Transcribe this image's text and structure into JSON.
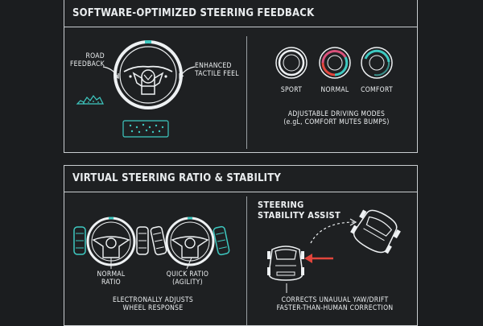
{
  "section1": {
    "title": "SOFTWARE-OPTIMIZED STEERING FEEDBACK",
    "road_feedback": [
      "ROAD",
      "FEEDBACK"
    ],
    "enhanced_feel": [
      "ENHANCED",
      "TACTILE FEEL"
    ],
    "modes": [
      "SPORT",
      "NORMAL",
      "COMFORT"
    ],
    "caption": [
      "ADJUSTABLE DRIVING MODES",
      "(e.gL, COMFORT MUTES BUMPS)"
    ]
  },
  "section2": {
    "title": "VIRTUAL STEERING RATIO & STABILITY",
    "normal_ratio": [
      "NORMAL",
      "RATIO"
    ],
    "quick_ratio": [
      "QUICK RATIO",
      "(AGILITY)"
    ],
    "adjusts": [
      "ELECTRONALLY ADJUSTS",
      "WHEEL RESPONSE"
    ],
    "stability_title": [
      "STEERING",
      "STABILITY ASSIST"
    ],
    "corrects": [
      "CORRECTS UNAUUAL YAW/DRIFT",
      "FASTER-THAN-HUMAN CORRECTION"
    ]
  },
  "colors": {
    "background": "#1b1d1f",
    "line": "#c9cdd0",
    "teal": "#3ec9c1",
    "red": "#e2453c",
    "magenta": "#d8507a"
  }
}
